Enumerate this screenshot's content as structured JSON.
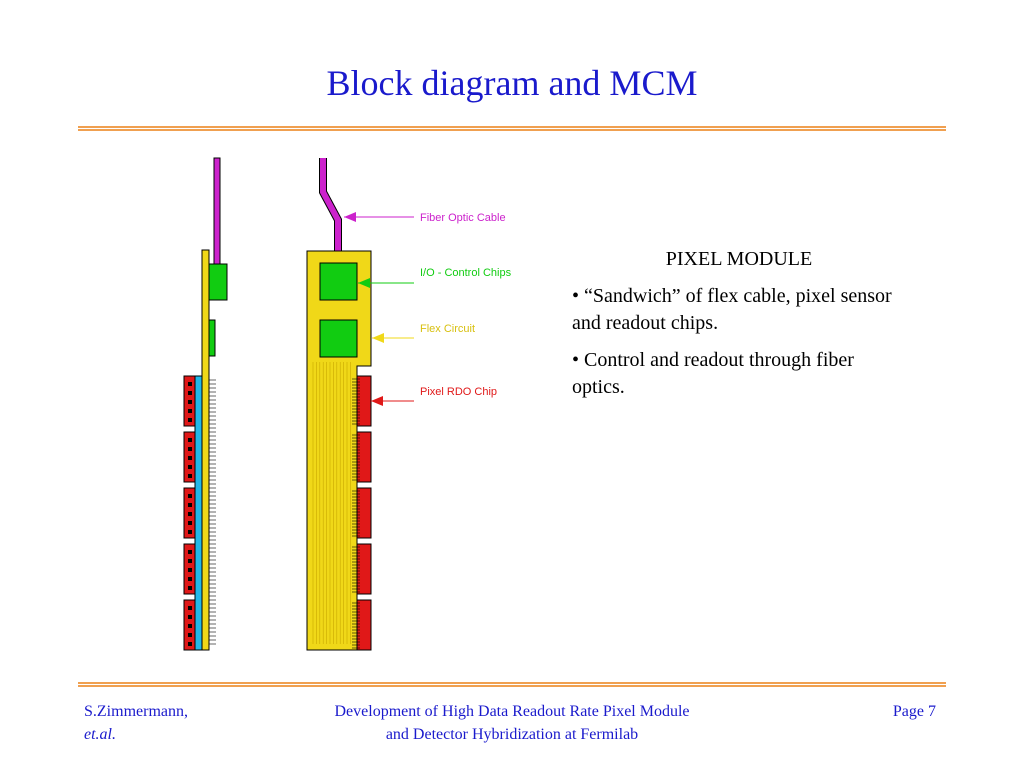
{
  "slide": {
    "title": "Block diagram and MCM"
  },
  "diagram": {
    "labels": {
      "fiber_optic_cable": "Fiber Optic Cable",
      "io_control_chips": "I/O - Control Chips",
      "flex_circuit": "Flex Circuit",
      "pixel_rdo_chip": "Pixel RDO Chip"
    },
    "colors": {
      "fiber": "#cc22cc",
      "io_chip": "#11cc11",
      "flex": "#f0d818",
      "rdo_chip": "#e01818",
      "sensor": "#22b8e8"
    },
    "rdo_chip_count": 5
  },
  "module": {
    "heading": "PIXEL MODULE",
    "bullets": [
      "• “Sandwich” of flex cable, pixel sensor and readout chips.",
      "• Control and readout through fiber optics."
    ]
  },
  "footer": {
    "author": "S.Zimmermann,",
    "author_suffix": "et.al.",
    "center_line1": "Development of High Data Readout Rate Pixel Module",
    "center_line2": "and Detector Hybridization at Fermilab",
    "page": "Page 7"
  }
}
